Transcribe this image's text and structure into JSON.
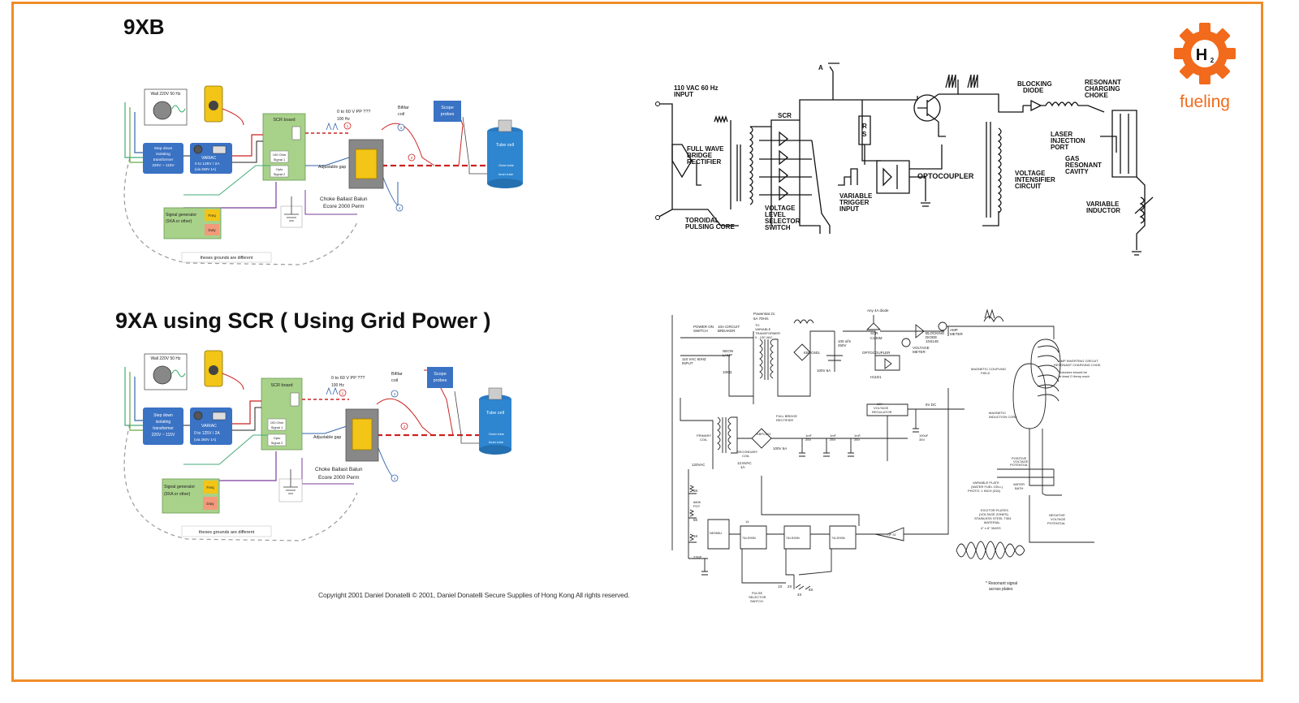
{
  "titles": {
    "top": "9XB",
    "bottom": "9XA using SCR ( Using Grid Power )"
  },
  "logo": {
    "text": "fueling",
    "badge": "H",
    "badge_sub": "2"
  },
  "wiring": {
    "wall": "Wall 220V 50 Hz",
    "stepdown": [
      "Step down",
      "isolating",
      "transformer",
      "220V ~ 115V"
    ],
    "variac": [
      "VARIAC",
      "0 to 125V / 2A",
      "(via 260V 1A)"
    ],
    "scr_board": "SCR board",
    "resistor_b": [
      "100 Ohm",
      "Signal 1"
    ],
    "opto_b": [
      "Opto",
      "Signal 2"
    ],
    "resistor_a": [
      "100 Ohm",
      "Signal 1"
    ],
    "opto_a": [
      "Opto",
      "Signal 2"
    ],
    "pp_note": "0 to 60 V PP ???",
    "hz_note": "100 Hz",
    "bifilar": [
      "Bifilar",
      "coil"
    ],
    "scope": [
      "Scope",
      "probes"
    ],
    "tubecell": "Tube cell",
    "outer_tube": "Outer tube",
    "inner_tube": "Inner tube",
    "adj_gap": "Adjustable gap",
    "choke": [
      "Choke Ballast Balun",
      "Ecore 2000 Perm"
    ],
    "siggen": [
      "Signal generator",
      "(9XA or other)"
    ],
    "freq": "Freq",
    "duty": "Duty",
    "grounds": "theses grounds are different",
    "nodes": [
      "1",
      "2",
      "3",
      "4"
    ]
  },
  "schem1": {
    "input": [
      "110 VAC 60 Hz",
      "INPUT"
    ],
    "fwb": [
      "FULL WAVE",
      "BRIDGE",
      "RECTIFIER"
    ],
    "toroid": [
      "TOROIDAL",
      "PULSING CORE"
    ],
    "scr": "SCR",
    "vlss": [
      "VOLTAGE",
      "LEVEL",
      "SELECTOR",
      "SWITCH"
    ],
    "vti": [
      "VARIABLE",
      "TRIGGER",
      "INPUT"
    ],
    "rs": [
      "R",
      "S"
    ],
    "a": "A",
    "opto": "OPTOCOUPLER",
    "vic": [
      "VOLTAGE",
      "INTENSIFIER",
      "CIRCUIT"
    ],
    "blocking": [
      "BLOCKING",
      "DIODE"
    ],
    "rcc": [
      "RESONANT",
      "CHARGING",
      "CHOKE"
    ],
    "laser": [
      "LASER",
      "INJECTION",
      "PORT"
    ],
    "gas": [
      "GAS",
      "RESONANT",
      "CAVITY"
    ],
    "vind": [
      "VARIABLE",
      "INDUCTOR"
    ]
  },
  "schem2": {
    "power_switch": [
      "POWER ON",
      "SWITCH"
    ],
    "breaker": [
      "10A CIRCUIT",
      "BREAKER"
    ],
    "powerstat": [
      "Powerstat 21",
      "5A  70Hrs"
    ],
    "var_xf": [
      "TO",
      "VARIABLE",
      "TRANSFORMER",
      "0 - 130 VAC"
    ],
    "ac_in": [
      "110 VAC 60HZ",
      "INPUT"
    ],
    "neon": [
      "NEON",
      "LAMP"
    ],
    "r10k": "10KΩ",
    "kbpc": "KBPC601",
    "bridge_val": "100V 6A",
    "cap1": [
      "100 uf/s",
      "450V"
    ],
    "scr_lbl": [
      "SCR",
      "C106M"
    ],
    "amp_note": "Any 4A diode",
    "block": [
      "BLOCKING",
      "DIODE",
      "1N4148"
    ],
    "opto2": "OPTOCOUPLER",
    "h11d1": "H11D1",
    "vmeter": [
      "VOLTAGE",
      "METER"
    ],
    "amp": [
      "AMP",
      "METER"
    ],
    "mag_field": [
      "MAGNETIC COUPLING",
      "FIELD"
    ],
    "amp_circuit": [
      "AMP INVERTING CIRCUIT",
      "RESONANT CHARGING CHOK"
    ],
    "inductor_note": [
      "Inductors should be",
      "at least 2 Henry each"
    ],
    "mag_core": [
      "MAGNETIC",
      "INDUCTION CORE"
    ],
    "vreg": [
      "12V",
      "VOLTAGE",
      "REGULATOR"
    ],
    "v5": "5V DC",
    "primary": [
      "PRIMARY",
      "COIL"
    ],
    "fbr": [
      "FULL BRIDGE",
      "RECTIFIER"
    ],
    "kbpc2": "KBPC601",
    "bridge2": "100V 6A",
    "sec": [
      "SECONDARY",
      "COIL"
    ],
    "sec_val": [
      "12.6VAC",
      "1A"
    ],
    "v120": "120VAC",
    "cap2": [
      "1mF",
      "25V"
    ],
    "cap3": [
      "1mF",
      "25V"
    ],
    "cap4": [
      "1mF",
      "25V"
    ],
    "cap5": [
      "100uF",
      "35V"
    ],
    "pos_pot": [
      "POSITIVE",
      "VOLTAGE",
      "POTENTIAL"
    ],
    "var_plate": [
      "VARIABLE PLATE",
      "(WATER FUEL CELL)",
      "PHOTO: 1 INCH (316)"
    ],
    "water": [
      "WATER",
      "BATH"
    ],
    "exc": [
      "EXCITOR PLATES",
      "(VOLTAGE ZONES)",
      "STAINLESS STEEL T304",
      "MATERIAL"
    ],
    "neg_pot": [
      "NEGATIVE",
      "VOLTAGE",
      "POTENTIAL"
    ],
    "size": "4\" x 6\" 304SS",
    "r5k": "5K",
    "r680": [
      "680K",
      "POT"
    ],
    "r5k2": "5K",
    "r1k": "1K",
    "cap6": "22nF",
    "ne555": "NE555U",
    "ic1": "74LS90N",
    "ic2": "74LS90N",
    "ic3": "74LS90N",
    "tip": "TIP 31",
    "pin14": "14",
    "pulse_sel": [
      "PULSE",
      "SELECTOR",
      "SWITCH"
    ],
    "sw": [
      "1X",
      "2X",
      "4X",
      "8X"
    ],
    "resonant": [
      "* Resonant signal",
      "across plates"
    ]
  },
  "copyright": "Copyright 2001 Daniel Donatelli    © 2001, Daniel Donatelli Secure Supplies   of Hong Kong    All rights reserved."
}
